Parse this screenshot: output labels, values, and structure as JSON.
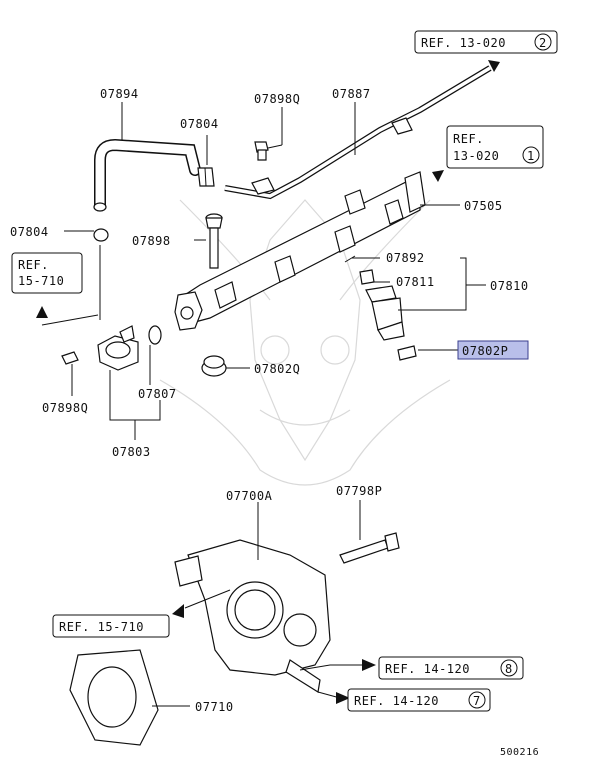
{
  "diagram_id": "500216",
  "parts": {
    "p07894": "07894",
    "p07804_a": "07804",
    "p07898q_a": "07898Q",
    "p07887": "07887",
    "p07804_b": "07804",
    "p07898": "07898",
    "p07505": "07505",
    "p07892": "07892",
    "p07811": "07811",
    "p07810": "07810",
    "p07802p": "07802P",
    "p07802q": "07802Q",
    "p07807": "07807",
    "p07898q_b": "07898Q",
    "p07803": "07803",
    "p07700a": "07700A",
    "p07798p": "07798P",
    "p07710": "07710"
  },
  "refs": {
    "r13_020_2": {
      "text": "REF. 13-020",
      "num": "2"
    },
    "r13_020_1_line1": "REF.",
    "r13_020_1_line2": "13-020",
    "r13_020_1_num": "1",
    "r15_710_a_line1": "REF.",
    "r15_710_a_line2": "15-710",
    "r15_710_b": "REF. 15-710",
    "r14_120_8": {
      "text": "REF. 14-120",
      "num": "8"
    },
    "r14_120_7": {
      "text": "REF. 14-120",
      "num": "7"
    }
  },
  "highlight_color": "#b9bfea"
}
